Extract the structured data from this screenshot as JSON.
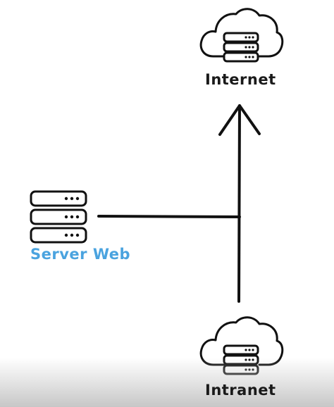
{
  "nodes": {
    "internet": {
      "label": "Internet",
      "icon": "cloud-server-icon"
    },
    "server_web": {
      "label": "Server Web",
      "icon": "server-stack-icon"
    },
    "intranet": {
      "label": "Intranet",
      "icon": "cloud-server-icon"
    }
  },
  "colors": {
    "line": "#111111",
    "server_label": "#4aa3df",
    "text": "#1a1a1a"
  }
}
